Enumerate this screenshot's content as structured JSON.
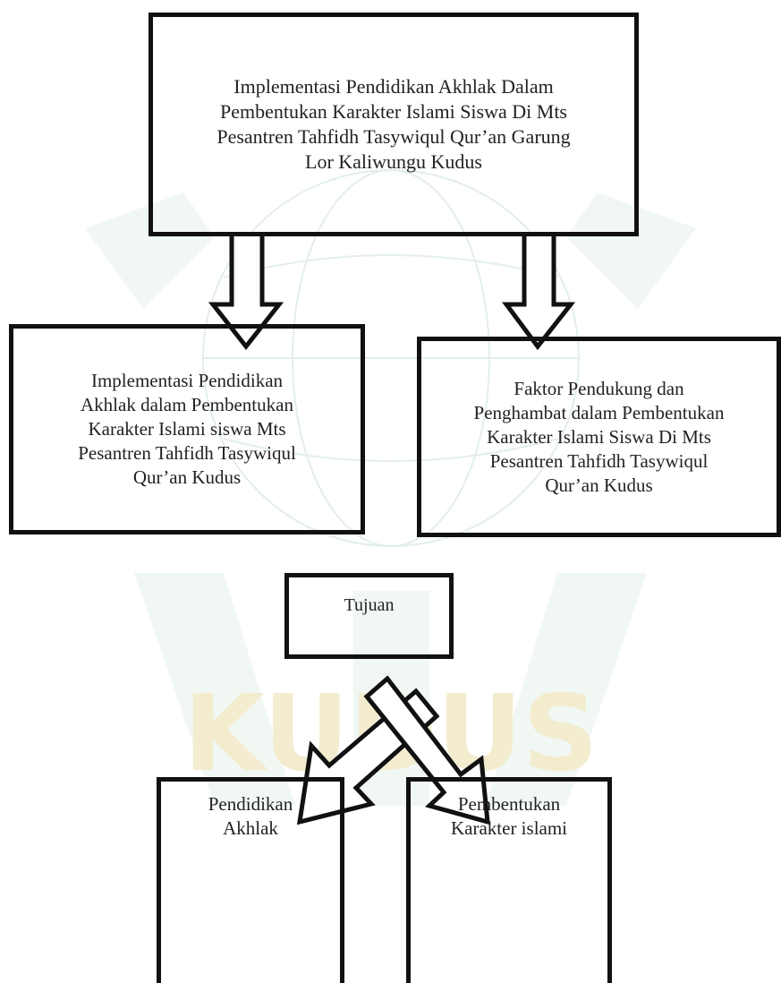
{
  "diagram": {
    "top_box": "Implementasi Pendidikan Akhlak Dalam\nPembentukan Karakter Islami Siswa Di Mts\nPesantren Tahfidh Tasywiqul Qur’an Garung\nLor Kaliwungu Kudus",
    "left_box": "Implementasi Pendidikan\nAkhlak dalam Pembentukan\nKarakter Islami siswa Mts\nPesantren Tahfidh Tasywiqul\nQur’an Kudus",
    "right_box": "Faktor Pendukung dan\nPenghambat dalam Pembentukan\nKarakter Islami Siswa Di Mts\nPesantren Tahfidh Tasywiqul\nQur’an Kudus",
    "goal_box": "Tujuan",
    "bottom_left_box": "Pendidikan\nAkhlak",
    "bottom_right_box": "Pembentukan\nKarakter islami"
  },
  "watermark": {
    "text": "KUDUS",
    "color": "#f3eccf",
    "green": "#e3efe6"
  }
}
